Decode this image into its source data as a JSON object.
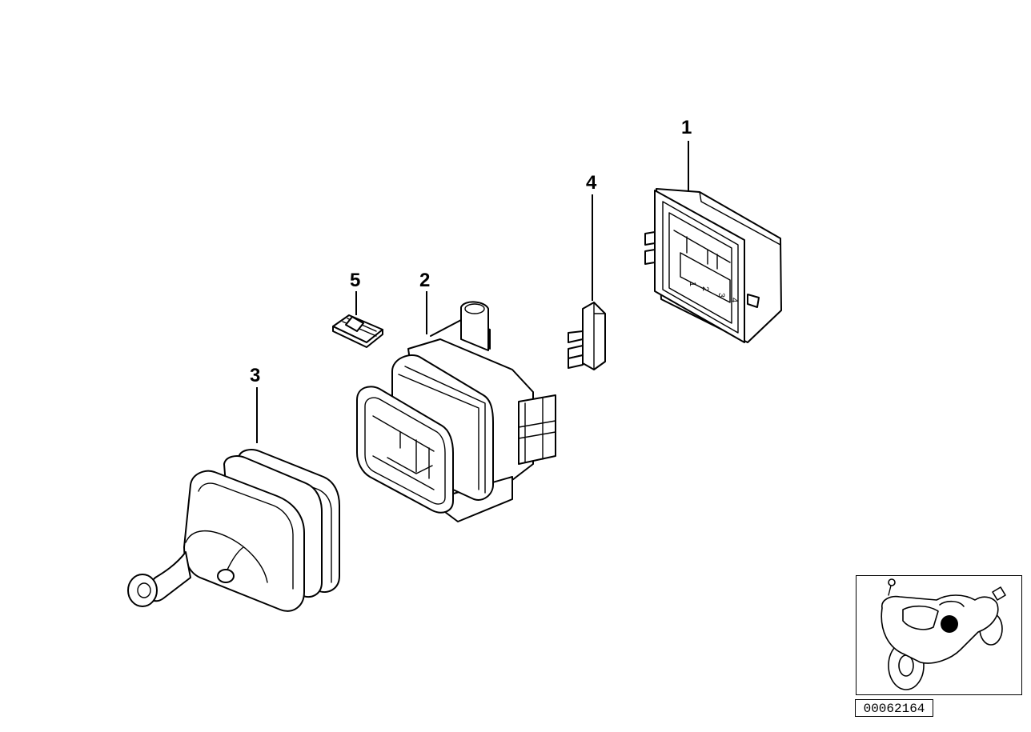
{
  "callouts": {
    "part1": "1",
    "part2": "2",
    "part3": "3",
    "part4": "4",
    "part5": "5"
  },
  "connector_pin_numbers": [
    "1",
    "2",
    "3",
    "4"
  ],
  "diagram_id": "00062164",
  "thumbnail": {
    "icon": "motorcycle-location-icon",
    "marker_color": "#000000"
  }
}
